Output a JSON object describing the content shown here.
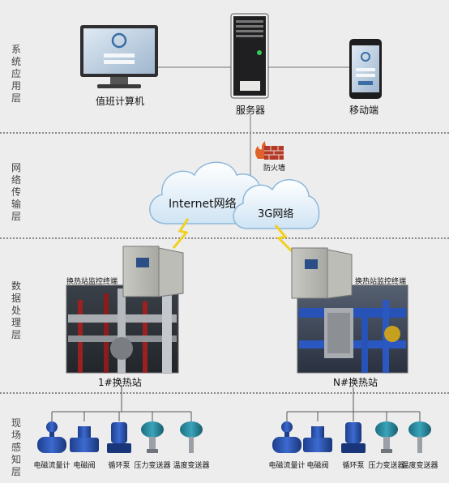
{
  "layers": [
    {
      "label": "系统应用层"
    },
    {
      "label": "网络传输层"
    },
    {
      "label": "数据处理层"
    },
    {
      "label": "现场感知层"
    }
  ],
  "app_layer": {
    "duty_computer": "值班计算机",
    "server": "服务器",
    "mobile": "移动端"
  },
  "network_layer": {
    "firewall": "防火墙",
    "internet_cloud": "Internet网络",
    "g3_cloud": "3G网络"
  },
  "processing_layer": {
    "terminal_left": "换热站监控终端",
    "terminal_right": "换热站监控终端",
    "station_left": "1#换热站",
    "station_right": "N#换热站"
  },
  "field_layer": {
    "left_devices": [
      "电磁流量计",
      "电磁阀",
      "循环泵",
      "压力变送器",
      "温度变送器"
    ],
    "right_devices": [
      "电磁流量计",
      "电磁阀",
      "循环泵",
      "压力变送器",
      "温度变送器"
    ]
  }
}
